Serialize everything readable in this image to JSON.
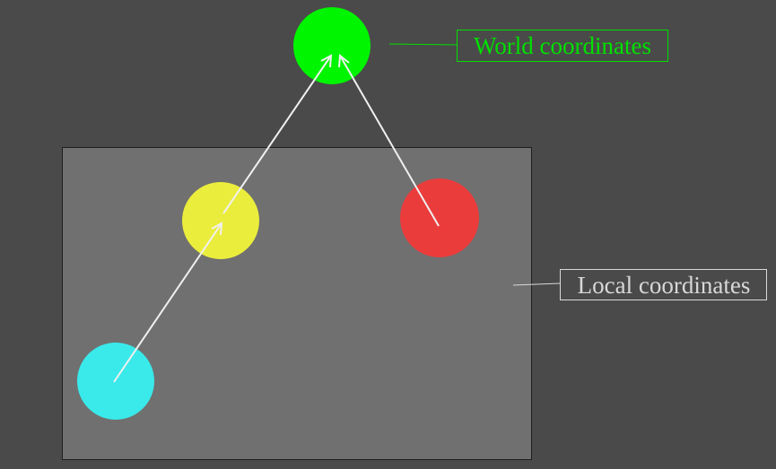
{
  "labels": {
    "world": "World coordinates",
    "local": "Local coordinates"
  },
  "colors": {
    "background": "#4a4a4a",
    "local_frame_fill": "#707070",
    "local_frame_stroke": "#1e1e1e",
    "world_label": "#00e000",
    "local_label": "#d8d8d8",
    "arrow": "#f0f0f0",
    "cyan_node": "#3ae9ea",
    "yellow_node": "#ebed3c",
    "red_node": "#eb3c3c",
    "green_node": "#00f500"
  },
  "nodes": [
    {
      "id": "cyan",
      "frame": "local"
    },
    {
      "id": "yellow",
      "frame": "local"
    },
    {
      "id": "red",
      "frame": "local"
    },
    {
      "id": "green",
      "frame": "world"
    }
  ],
  "arrows": [
    {
      "from": "cyan",
      "to": "yellow"
    },
    {
      "from": "yellow",
      "to": "green"
    },
    {
      "from": "red",
      "to": "green"
    }
  ]
}
